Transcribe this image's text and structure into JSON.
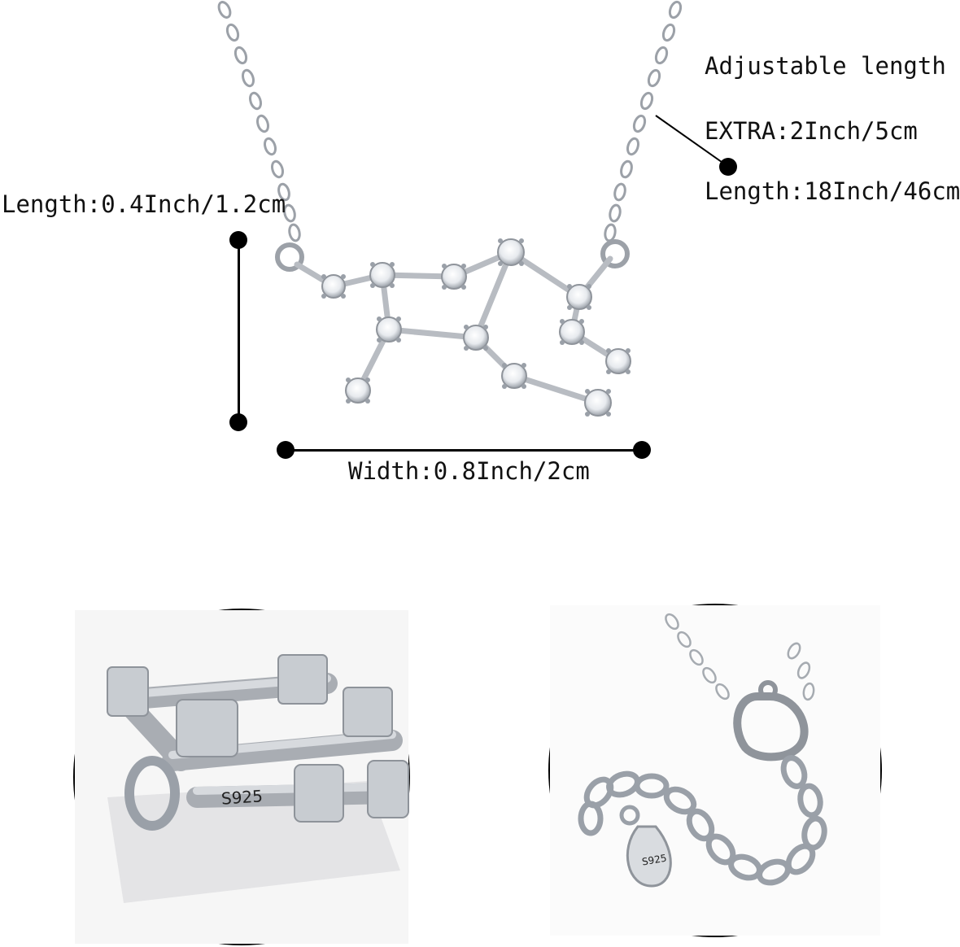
{
  "annotations": {
    "adjustable": "Adjustable length",
    "extra": "EXTRA:2Inch/5cm",
    "chain_length": "Length:18Inch/46cm",
    "pendant_length": "Length:0.4Inch/1.2cm",
    "pendant_width": "Width:0.8Inch/2cm"
  },
  "stamps": {
    "pendant_stamp": "S925",
    "tag_stamp": "S925"
  },
  "colors": {
    "background": "#ffffff",
    "marker": "#000000",
    "silver": "#b8bcc2",
    "crystal": "#f2f4f7"
  }
}
